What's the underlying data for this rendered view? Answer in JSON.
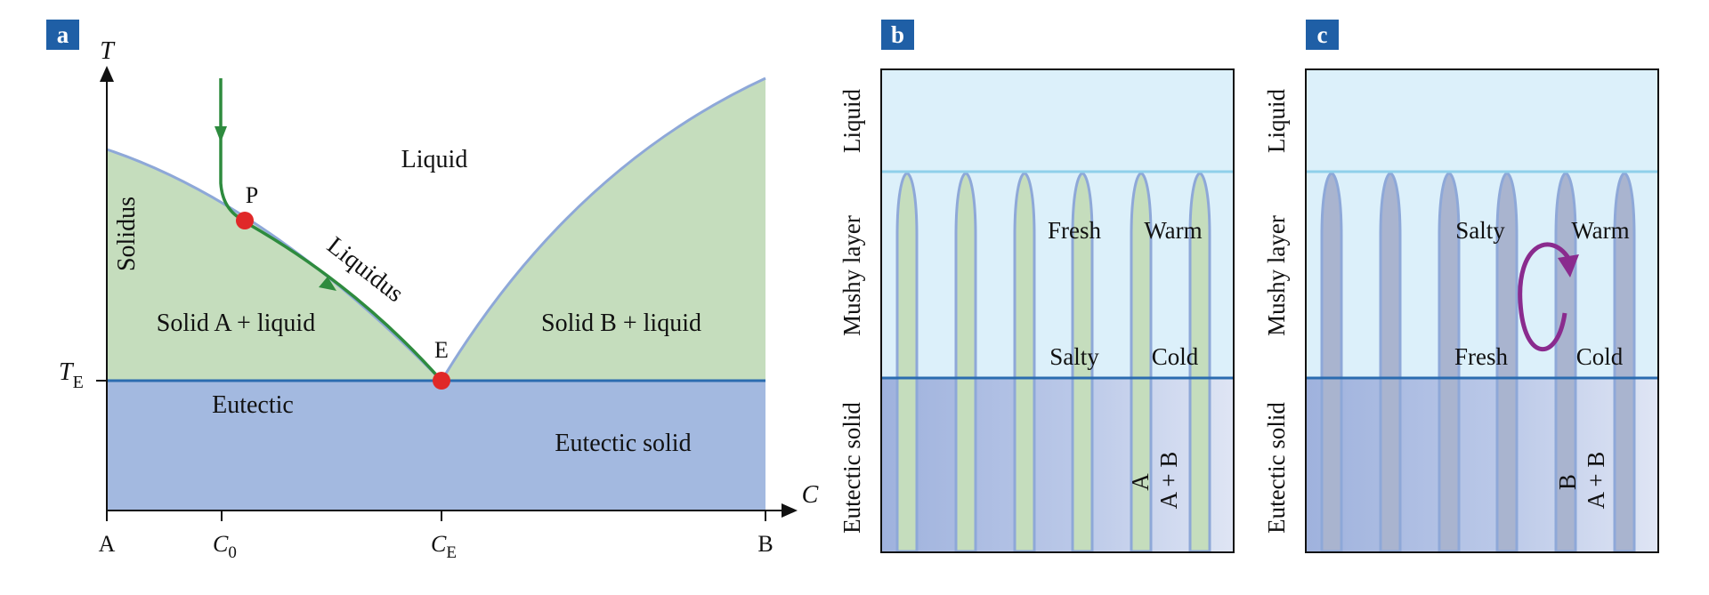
{
  "panels": {
    "a": {
      "badge": "a",
      "axis_t": "T",
      "axis_c": "C",
      "te_main": "T",
      "te_sub": "E",
      "ticks": {
        "a": "A",
        "c0_main": "C",
        "c0_sub": "0",
        "ce_main": "C",
        "ce_sub": "E",
        "b": "B"
      },
      "regions": {
        "liquid": "Liquid",
        "solidus": "Solidus",
        "liquidus": "Liquidus",
        "solid_a": "Solid A + liquid",
        "solid_b": "Solid B + liquid",
        "eutectic": "Eutectic",
        "eutectic_solid": "Eutectic solid"
      },
      "points": {
        "p": "P",
        "e": "E"
      }
    },
    "b": {
      "badge": "b",
      "side_liquid": "Liquid",
      "side_mushy": "Mushy layer",
      "side_eutectic": "Eutectic solid",
      "top_left": "Fresh",
      "top_right": "Warm",
      "bottom_left": "Salty",
      "bottom_right": "Cold",
      "solid_label": "A",
      "mix_label": "A + B"
    },
    "c": {
      "badge": "c",
      "side_liquid": "Liquid",
      "side_mushy": "Mushy layer",
      "side_eutectic": "Eutectic solid",
      "top_left": "Salty",
      "top_right": "Warm",
      "bottom_left": "Fresh",
      "bottom_right": "Cold",
      "solid_label": "B",
      "mix_label": "A + B"
    }
  },
  "colors": {
    "badge": "#1f5fa6",
    "liquid": "#dcf0fa",
    "solid_plus_liquid": "#c5ddbd",
    "eutectic": "#a3b9e0",
    "boundary": "#8ea8d8",
    "interface": "#2b6cb0",
    "mush_top": "#8fd0ea",
    "path": "#2e8b3e",
    "point": "#e02828",
    "crystal_b": "#c5ddbd",
    "crystal_c": "#a9b4cf",
    "circulation": "#8a2b8e"
  }
}
